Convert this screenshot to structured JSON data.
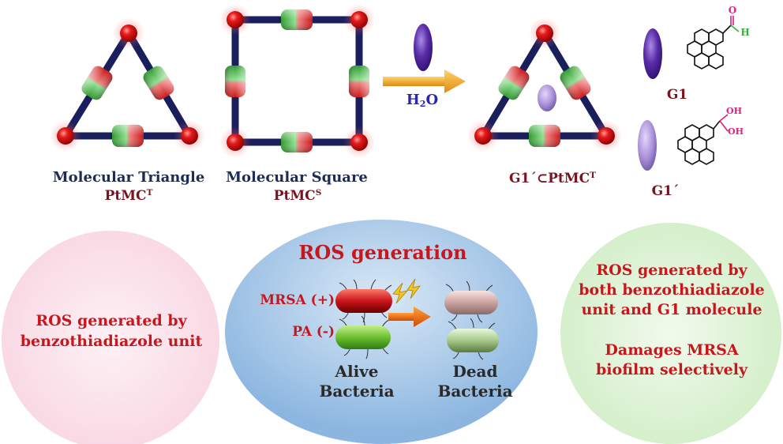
{
  "top": {
    "triangle_name": "Molecular Triangle",
    "triangle_code": "PtMC",
    "triangle_sup": "T",
    "square_name": "Molecular Square",
    "square_code": "PtMC",
    "square_sup": "S",
    "arrow_top_label_main": "H",
    "arrow_top_label_sub": "2",
    "arrow_top_label_tail": "O",
    "complex_label_main": "G1´⊂PtMC",
    "complex_label_sup": "T",
    "guest1_label": "G1",
    "guest2_label": "G1´",
    "aldehyde_O": "O",
    "aldehyde_H": "H",
    "diol_oh1": "OH",
    "diol_oh2": "OH"
  },
  "bottom": {
    "left_circle_text_1": "ROS generated by",
    "left_circle_text_2": "benzothiadiazole unit",
    "center_title": "ROS generation",
    "mrsa_label": "MRSA (+)",
    "pa_label": "PA (-)",
    "alive_1": "Alive",
    "alive_2": "Bacteria",
    "dead_1": "Dead",
    "dead_2": "Bacteria",
    "right_text_1": "ROS generated by",
    "right_text_2": "both benzothiadiazole",
    "right_text_3": "unit and G1 molecule",
    "right_text_4": "Damages MRSA",
    "right_text_5": "biofilm selectively"
  },
  "colors": {
    "node_red": "#e01515",
    "bond_navy": "#1a1f5c",
    "guest_purple": "#5b2ca8",
    "guest_lavender": "#a98fd8",
    "arrow_orange": "#f0a020",
    "left_circle": "#fbe3ec",
    "center_ellipse": "#9ec2e6",
    "right_circle": "#e3f5dc"
  }
}
